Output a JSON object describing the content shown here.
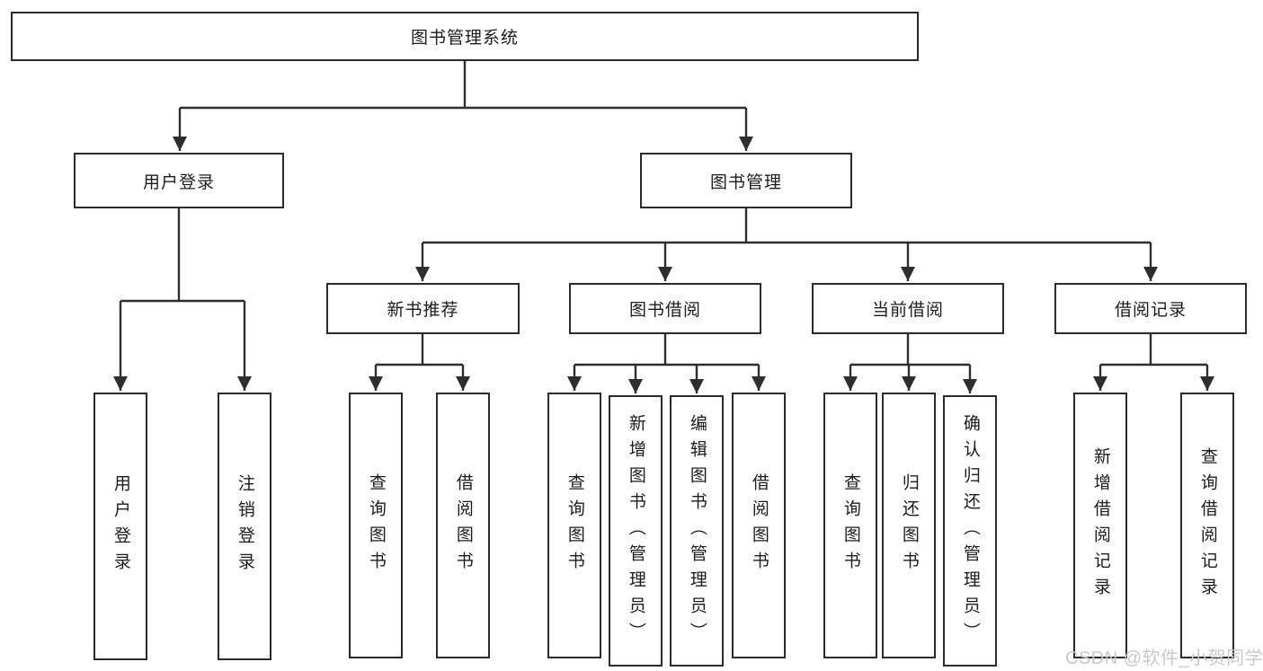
{
  "diagram": {
    "root": {
      "label": "图书管理系统"
    },
    "branches": [
      {
        "label": "用户登录",
        "children": [
          {
            "label": "用户登录"
          },
          {
            "label": "注销登录"
          }
        ]
      },
      {
        "label": "图书管理",
        "children": [
          {
            "label": "新书推荐",
            "children": [
              {
                "label": "查询图书"
              },
              {
                "label": "借阅图书"
              }
            ]
          },
          {
            "label": "图书借阅",
            "children": [
              {
                "label": "查询图书"
              },
              {
                "label": "新增图书（管理员）"
              },
              {
                "label": "编辑图书（管理员）"
              },
              {
                "label": "借阅图书"
              }
            ]
          },
          {
            "label": "当前借阅",
            "children": [
              {
                "label": "查询图书"
              },
              {
                "label": "归还图书"
              },
              {
                "label": "确认归还（管理员）"
              }
            ]
          },
          {
            "label": "借阅记录",
            "children": [
              {
                "label": "新增借阅记录"
              },
              {
                "label": "查询借阅记录"
              }
            ]
          }
        ]
      }
    ]
  },
  "watermark": {
    "text": "CSDN @软件_小贺同学"
  },
  "colors": {
    "background": "#ffffff",
    "line": "#2e2e2e",
    "box_border": "#2b2b2b",
    "text": "#1c1c1c",
    "watermark": "#c7c7c7"
  }
}
